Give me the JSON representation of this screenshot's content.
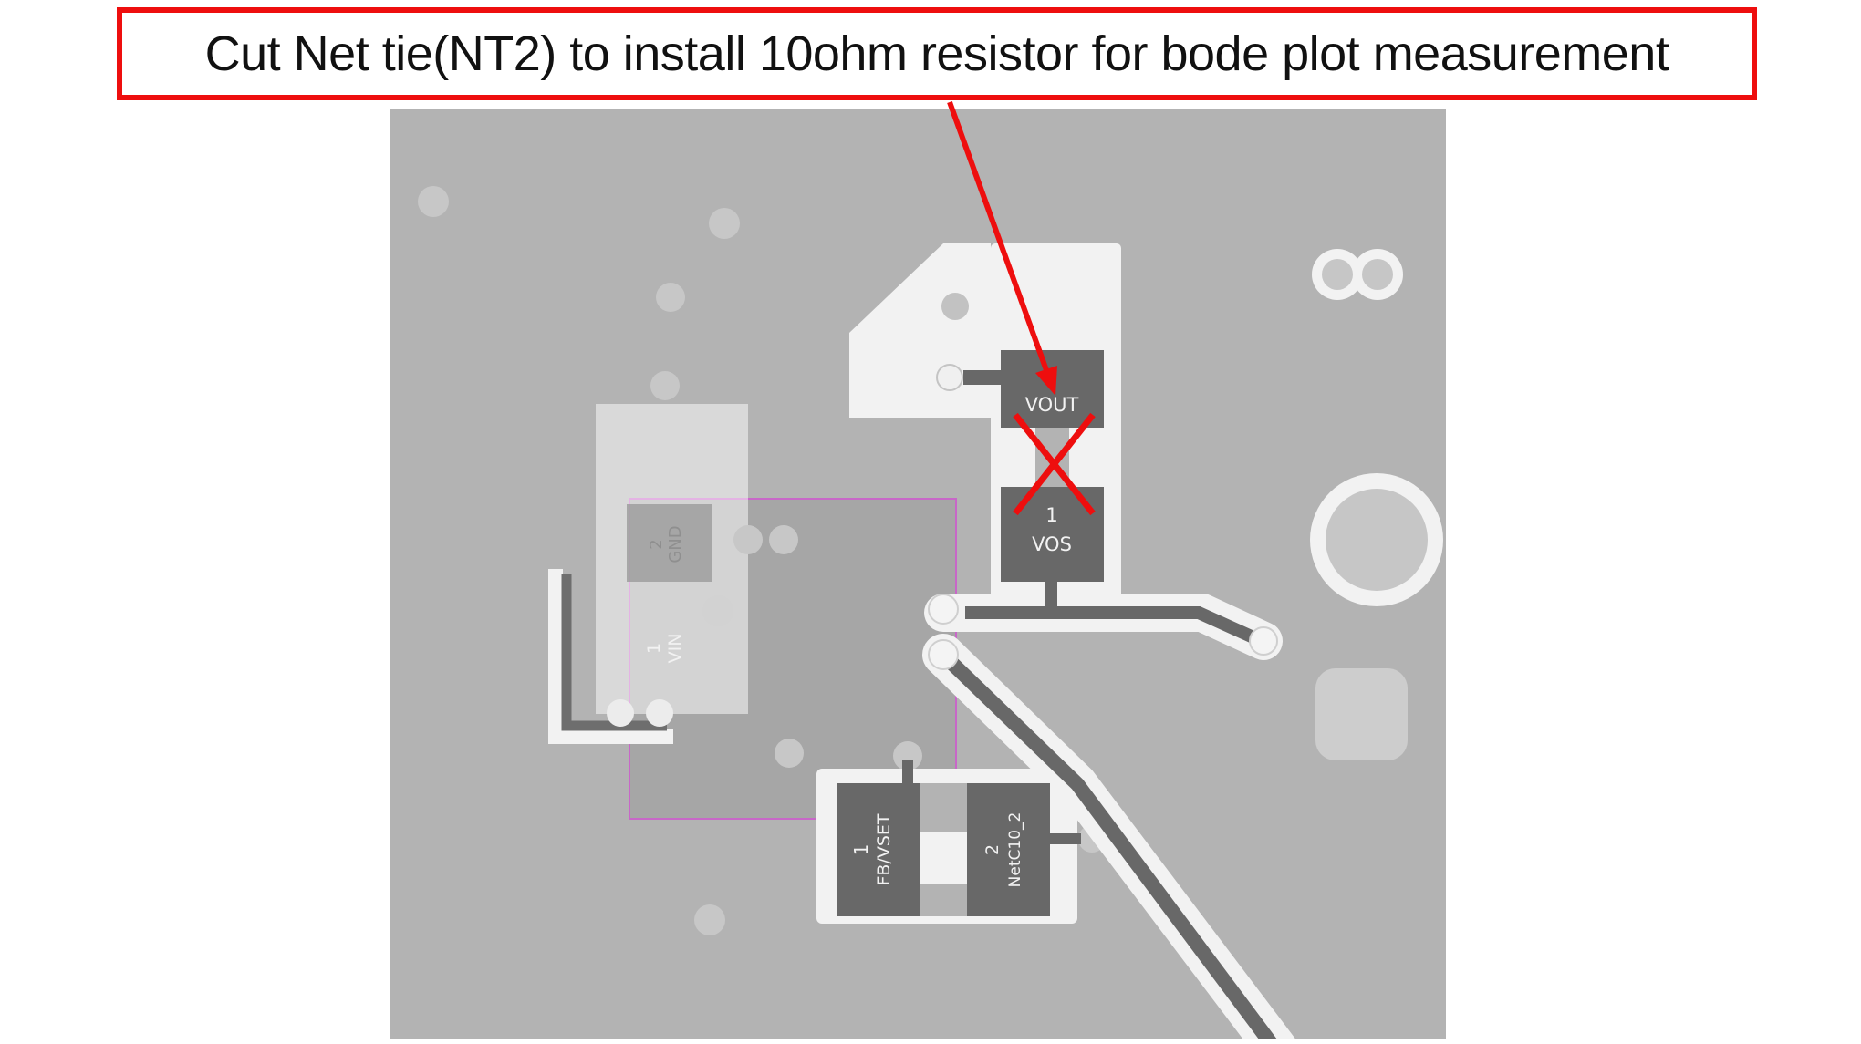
{
  "annotation": {
    "callout_text": "Cut Net tie(NT2) to install 10ohm resistor for bode plot measurement",
    "accent_color": "#ee0e0e"
  },
  "pcb": {
    "labels": {
      "vout": "VOUT",
      "vos_pin": "1",
      "vos": "VOS",
      "gnd_pin": "2",
      "gnd": "GND",
      "vin_pin": "1",
      "vin": "VIN",
      "fbvset_pin": "1",
      "fbvset": "FB/VSET",
      "netc10_pin": "2",
      "netc10": "NetC10_2"
    },
    "colors": {
      "board": "#b3b3b3",
      "copper_region": "#a6a6a6",
      "trace_white": "#f2f2f2",
      "pad_dark": "#686868",
      "pad_light": "#c7c7c7",
      "courtyard_outline": "#c867c8"
    }
  }
}
